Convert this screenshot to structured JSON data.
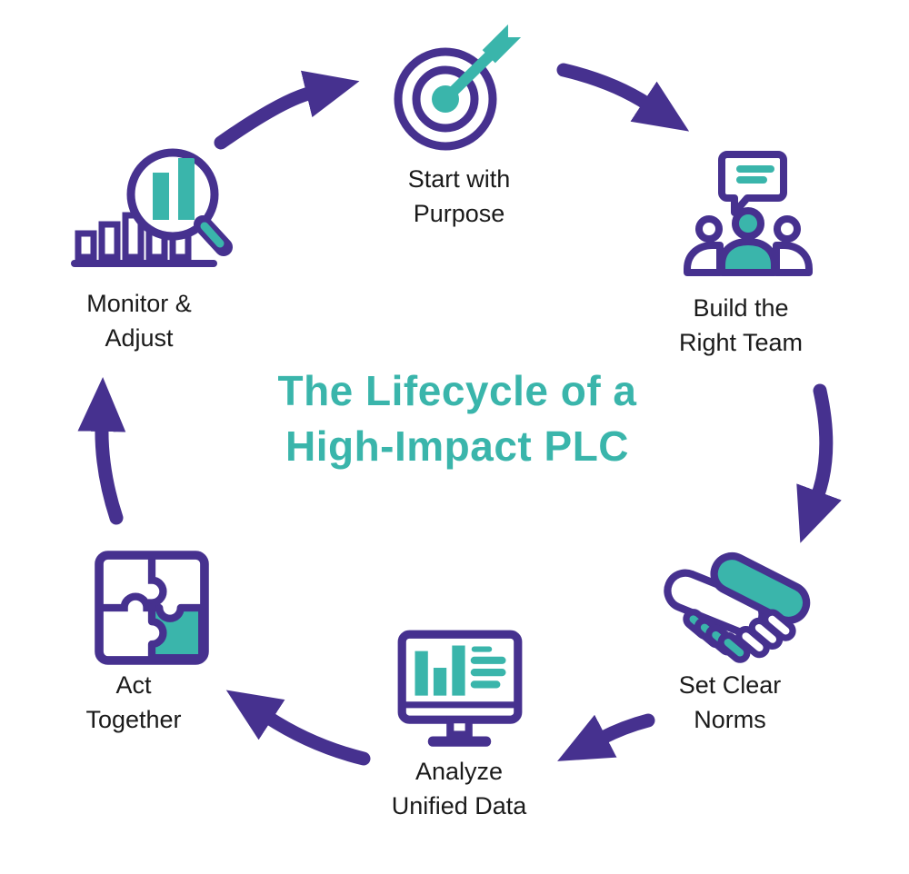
{
  "title": "The Lifecycle of a\nHigh-Impact PLC",
  "colors": {
    "purple": "#46318F",
    "teal": "#3AB5AB",
    "text": "#1A1A1A",
    "bg": "#FFFFFF"
  },
  "diagram_type": "circular-lifecycle",
  "flow_direction": "clockwise",
  "stages": [
    {
      "id": "start-with-purpose",
      "label": "Start with\nPurpose",
      "icon": "target-icon"
    },
    {
      "id": "build-the-right-team",
      "label": "Build the\nRight Team",
      "icon": "team-discussion-icon"
    },
    {
      "id": "set-clear-norms",
      "label": "Set Clear\nNorms",
      "icon": "handshake-icon"
    },
    {
      "id": "analyze-unified-data",
      "label": "Analyze\nUnified Data",
      "icon": "data-monitor-icon"
    },
    {
      "id": "act-together",
      "label": "Act\nTogether",
      "icon": "puzzle-icon"
    },
    {
      "id": "monitor-adjust",
      "label": "Monitor &\nAdjust",
      "icon": "bar-chart-magnifier-icon"
    }
  ],
  "arrows": [
    {
      "from": "monitor-adjust",
      "to": "start-with-purpose"
    },
    {
      "from": "start-with-purpose",
      "to": "build-the-right-team"
    },
    {
      "from": "build-the-right-team",
      "to": "set-clear-norms"
    },
    {
      "from": "set-clear-norms",
      "to": "analyze-unified-data"
    },
    {
      "from": "analyze-unified-data",
      "to": "act-together"
    },
    {
      "from": "act-together",
      "to": "monitor-adjust"
    }
  ]
}
